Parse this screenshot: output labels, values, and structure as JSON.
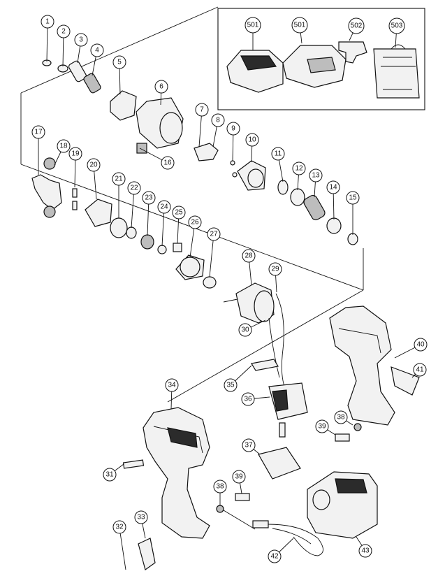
{
  "callouts": [
    {
      "label": "1"
    },
    {
      "label": "2"
    },
    {
      "label": "3"
    },
    {
      "label": "4"
    },
    {
      "label": "5"
    },
    {
      "label": "6"
    },
    {
      "label": "7"
    },
    {
      "label": "8"
    },
    {
      "label": "9"
    },
    {
      "label": "10"
    },
    {
      "label": "11"
    },
    {
      "label": "12"
    },
    {
      "label": "13"
    },
    {
      "label": "14"
    },
    {
      "label": "15"
    },
    {
      "label": "16"
    },
    {
      "label": "17"
    },
    {
      "label": "18"
    },
    {
      "label": "19"
    },
    {
      "label": "20"
    },
    {
      "label": "21"
    },
    {
      "label": "22"
    },
    {
      "label": "23"
    },
    {
      "label": "24"
    },
    {
      "label": "25"
    },
    {
      "label": "26"
    },
    {
      "label": "27"
    },
    {
      "label": "28"
    },
    {
      "label": "29"
    },
    {
      "label": "30"
    },
    {
      "label": "31"
    },
    {
      "label": "32"
    },
    {
      "label": "33"
    },
    {
      "label": "34"
    },
    {
      "label": "35"
    },
    {
      "label": "36"
    },
    {
      "label": "37"
    },
    {
      "label": "38"
    },
    {
      "label": "39"
    },
    {
      "label": "40"
    },
    {
      "label": "41"
    },
    {
      "label": "42"
    },
    {
      "label": "43"
    },
    {
      "label": "501"
    },
    {
      "label": "501"
    },
    {
      "label": "502"
    },
    {
      "label": "503"
    },
    {
      "label": "38"
    },
    {
      "label": "39"
    }
  ]
}
